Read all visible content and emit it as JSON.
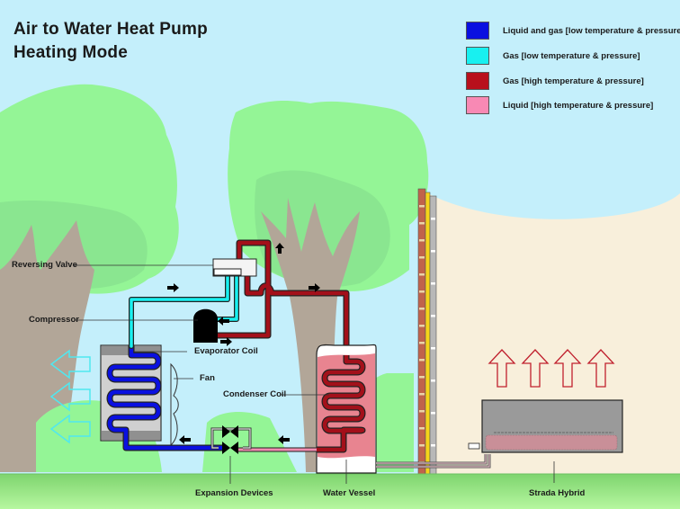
{
  "title": {
    "line1": "Air to Water Heat Pump",
    "line2": "Heating Mode"
  },
  "legend": [
    {
      "label": "Liquid and gas [low temperature & pressure]",
      "color": "#0a10e0"
    },
    {
      "label": "Gas [low temperature & pressure]",
      "color": "#18f0f0"
    },
    {
      "label": "Gas [high temperature & pressure]",
      "color": "#b8101c"
    },
    {
      "label": "Liquid [high temperature & pressure]",
      "color": "#f889b4"
    }
  ],
  "labels": {
    "reversing_valve": "Reversing Valve",
    "compressor": "Compressor",
    "evaporator_coil": "Evaporator Coil",
    "fan": "Fan",
    "condenser_coil": "Condenser Coil",
    "expansion_devices": "Expansion Devices",
    "water_vessel": "Water Vessel",
    "strada_hybrid": "Strada Hybrid"
  },
  "colors": {
    "sky": "#c4effb",
    "foliage": "#94f596",
    "foliage_dark": "#8ae690",
    "trunk": "#b2a698",
    "ground": "#92e27a",
    "wall_interior": "#f8efdb",
    "pipe_low_liquid_gas": "#0a10e0",
    "pipe_low_gas": "#18f0f0",
    "pipe_high_gas": "#a3101a",
    "pipe_high_liquid": "#f08cb0",
    "vessel_water": "#e88490",
    "heat_arrow": "#c0202e",
    "cool_arrow": "#4fe8f0"
  }
}
